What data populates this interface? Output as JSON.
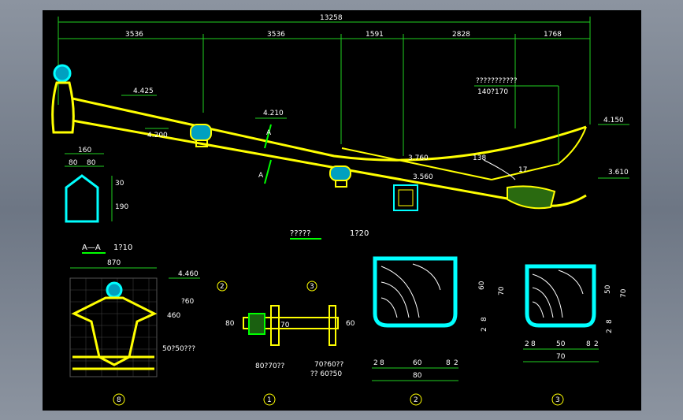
{
  "overall": {
    "total": "13258",
    "segments": [
      "3536",
      "3536",
      "1591",
      "2828",
      "1768"
    ]
  },
  "elevations": {
    "e1": "4.425",
    "e2": "4.200",
    "e3": "4.210",
    "e4": "3.760",
    "e5": "3.560",
    "e6": "4.150",
    "e7": "3.610"
  },
  "notes": {
    "top_note": "???????????",
    "top_dim": "140?170",
    "angle1": "138",
    "angle2": "17",
    "section_mark": "A"
  },
  "main_title": {
    "label": "?????",
    "scale": "1?20"
  },
  "section_detail": {
    "title": "A—A",
    "scale": "1?10",
    "w1": "160",
    "w2": "80",
    "w3": "80",
    "h1": "30",
    "h2": "190"
  },
  "detail8": {
    "width": "870",
    "elev": "4.460",
    "h1": "?60",
    "h2": "460",
    "note": "50?50???"
  },
  "detail1": {
    "h80": "80",
    "h70": "70",
    "h60": "60",
    "note_a": "80?70??",
    "note_b": "70?60??",
    "note_c": "?? 60?50",
    "marker_a": "2",
    "marker_b": "3"
  },
  "detail2": {
    "h60": "60",
    "h70": "70",
    "h8": "8",
    "h2": "2",
    "b2": "2",
    "b8": "8",
    "b60": "60",
    "b8r": "8",
    "b2r": "2",
    "total": "80"
  },
  "detail3": {
    "h50": "50",
    "h70": "70",
    "h8": "8",
    "h2": "2",
    "b2": "2",
    "b8": "8",
    "b50": "50",
    "b8r": "8",
    "b2r": "2",
    "total": "70"
  },
  "captions": [
    "8",
    "1",
    "2",
    "3"
  ]
}
